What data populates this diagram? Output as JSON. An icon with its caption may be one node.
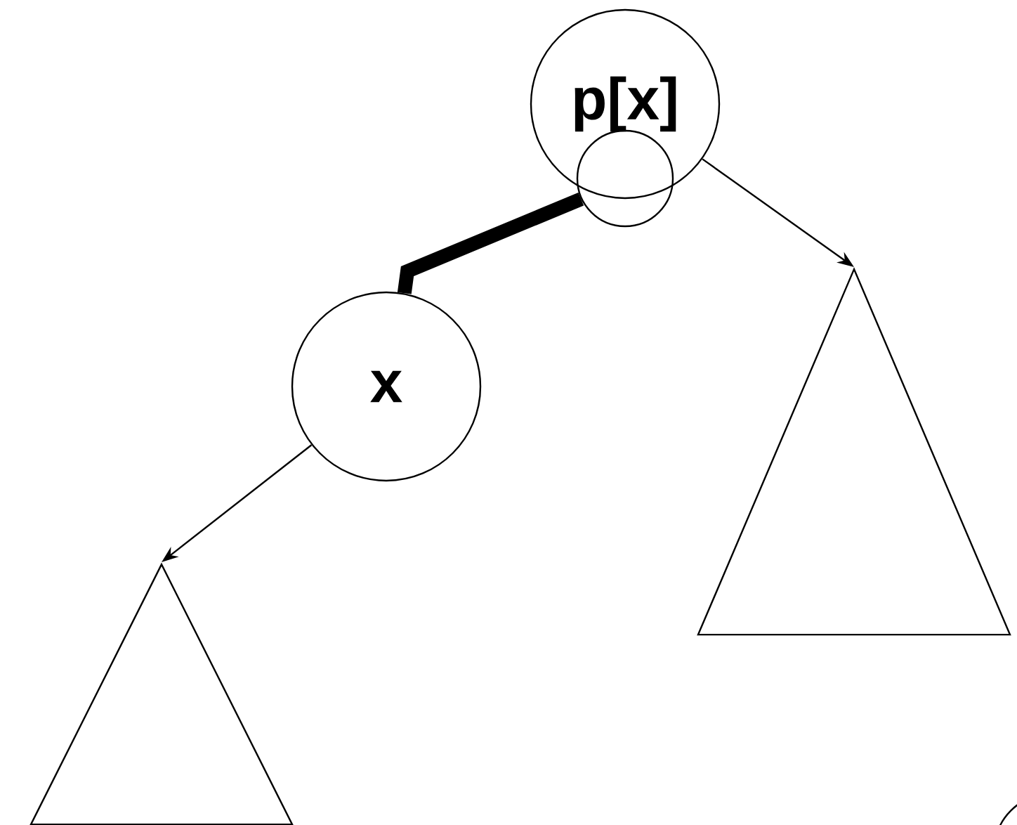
{
  "diagram": {
    "nodes": [
      {
        "text": [
          "p[x]"
        ]
      },
      {
        "text": [],
        "shape": "circle"
      },
      {
        "text": [
          "x"
        ]
      },
      {
        "text": [],
        "shape": "triangle"
      },
      {
        "text": [],
        "shape": "triangle"
      },
      {
        "text": [],
        "shape": "circle"
      }
    ],
    "edges": [
      {
        "from": 0,
        "to": 3,
        "arrow": "to"
      },
      {
        "from": 2,
        "to": 4,
        "arrow": "to"
      },
      {
        "from": 1,
        "to": 2,
        "arrow": "none",
        "style": "thick"
      }
    ]
  }
}
